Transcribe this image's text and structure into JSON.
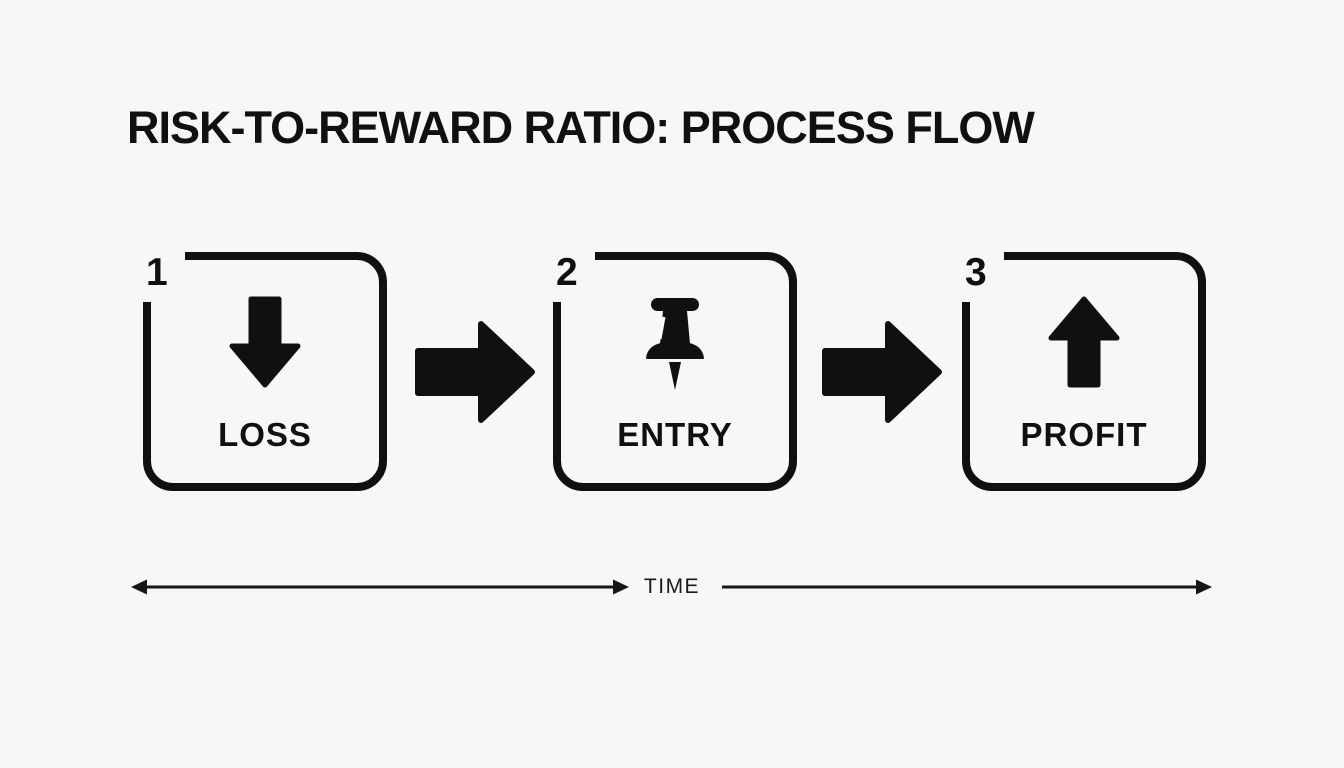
{
  "title": "RISK-TO-REWARD RATIO: PROCESS FLOW",
  "steps": [
    {
      "number": "1",
      "label": "LOSS",
      "icon": "arrow-down-icon"
    },
    {
      "number": "2",
      "label": "ENTRY",
      "icon": "pushpin-icon"
    },
    {
      "number": "3",
      "label": "PROFIT",
      "icon": "arrow-up-icon"
    }
  ],
  "connectors": [
    {
      "icon": "arrow-right-icon"
    },
    {
      "icon": "arrow-right-icon"
    }
  ],
  "timeline": {
    "label": "TIME"
  },
  "colors": {
    "ink": "#101010",
    "background": "#f8f7f5"
  }
}
